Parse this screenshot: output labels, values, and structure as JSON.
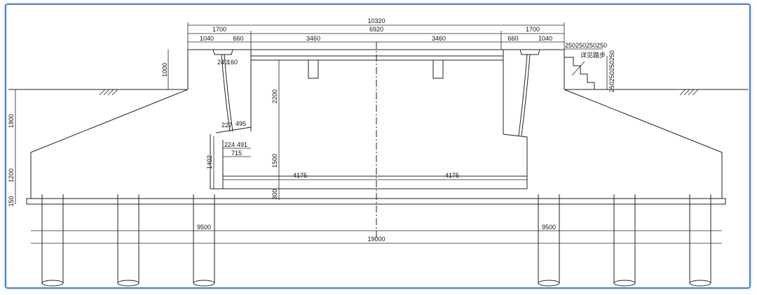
{
  "drawing": {
    "top_dims": {
      "total": "10320",
      "left_side": "1700",
      "middle": "6920",
      "right_side": "1700",
      "segments": [
        "1040",
        "660",
        "3460",
        "3460",
        "660",
        "1040"
      ]
    },
    "detail_dims": {
      "gutter_a": "240",
      "gutter_b": "160",
      "top_gap": "227",
      "top_len": "495",
      "bot_gap": "224",
      "bot_len": "491",
      "bot_total": "715",
      "height_1402": "1402"
    },
    "vertical_dims": {
      "curb": "1000",
      "slope": "1800",
      "base_wall": "1200",
      "slab": "150",
      "inner_top": "2200",
      "inner_mid": "1500",
      "inner_bot": "300"
    },
    "step_dims": {
      "horizontal": "250250250250",
      "vertical": "250250250250",
      "note": "详见踏步"
    },
    "inner_widths": [
      "4175",
      "4175"
    ],
    "bottom_dims": {
      "left_half": "9500",
      "right_half": "9500",
      "total": "19000"
    }
  }
}
